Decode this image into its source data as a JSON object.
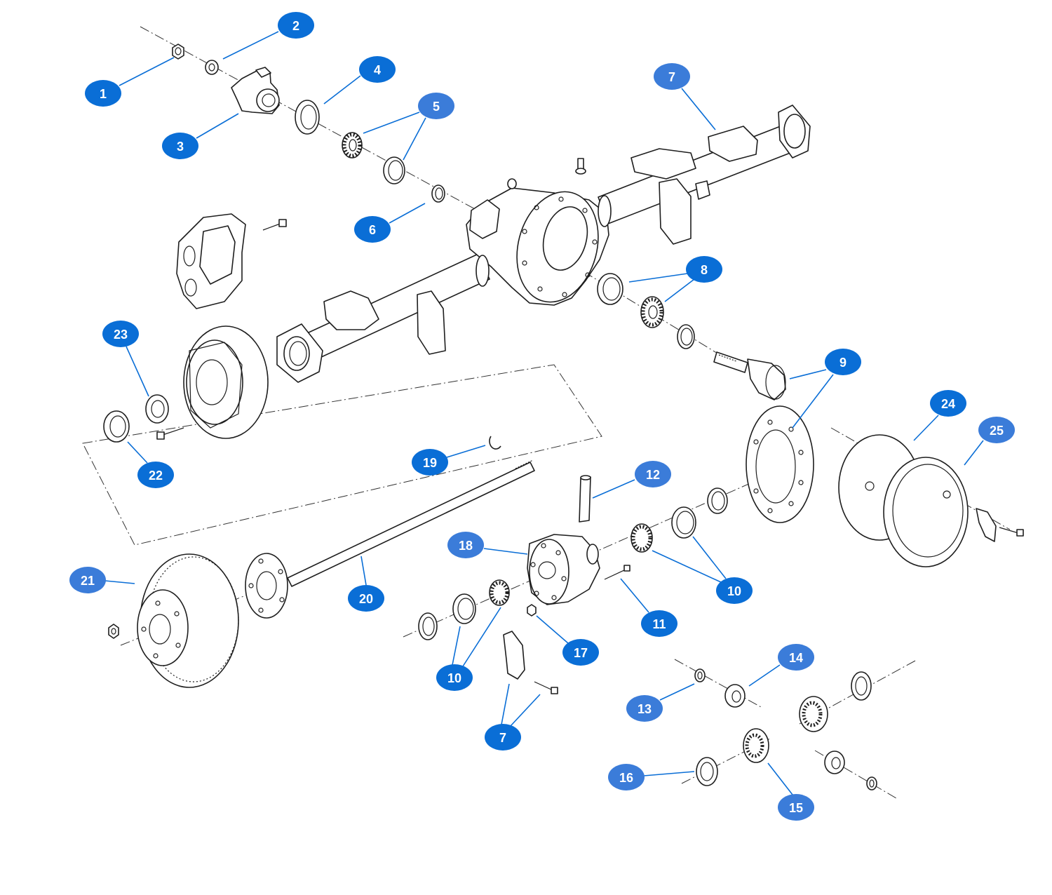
{
  "colors": {
    "callout_primary": "#0a6ed6",
    "callout_secondary": "#3b7cd9",
    "leader": "#0a6ed6"
  },
  "callouts": [
    "1",
    "2",
    "3",
    "4",
    "5",
    "6",
    "7",
    "8",
    "9",
    "23",
    "22",
    "19",
    "12",
    "24",
    "25",
    "18",
    "21",
    "20",
    "10",
    "11",
    "17",
    "10",
    "7",
    "14",
    "13",
    "16",
    "15"
  ]
}
